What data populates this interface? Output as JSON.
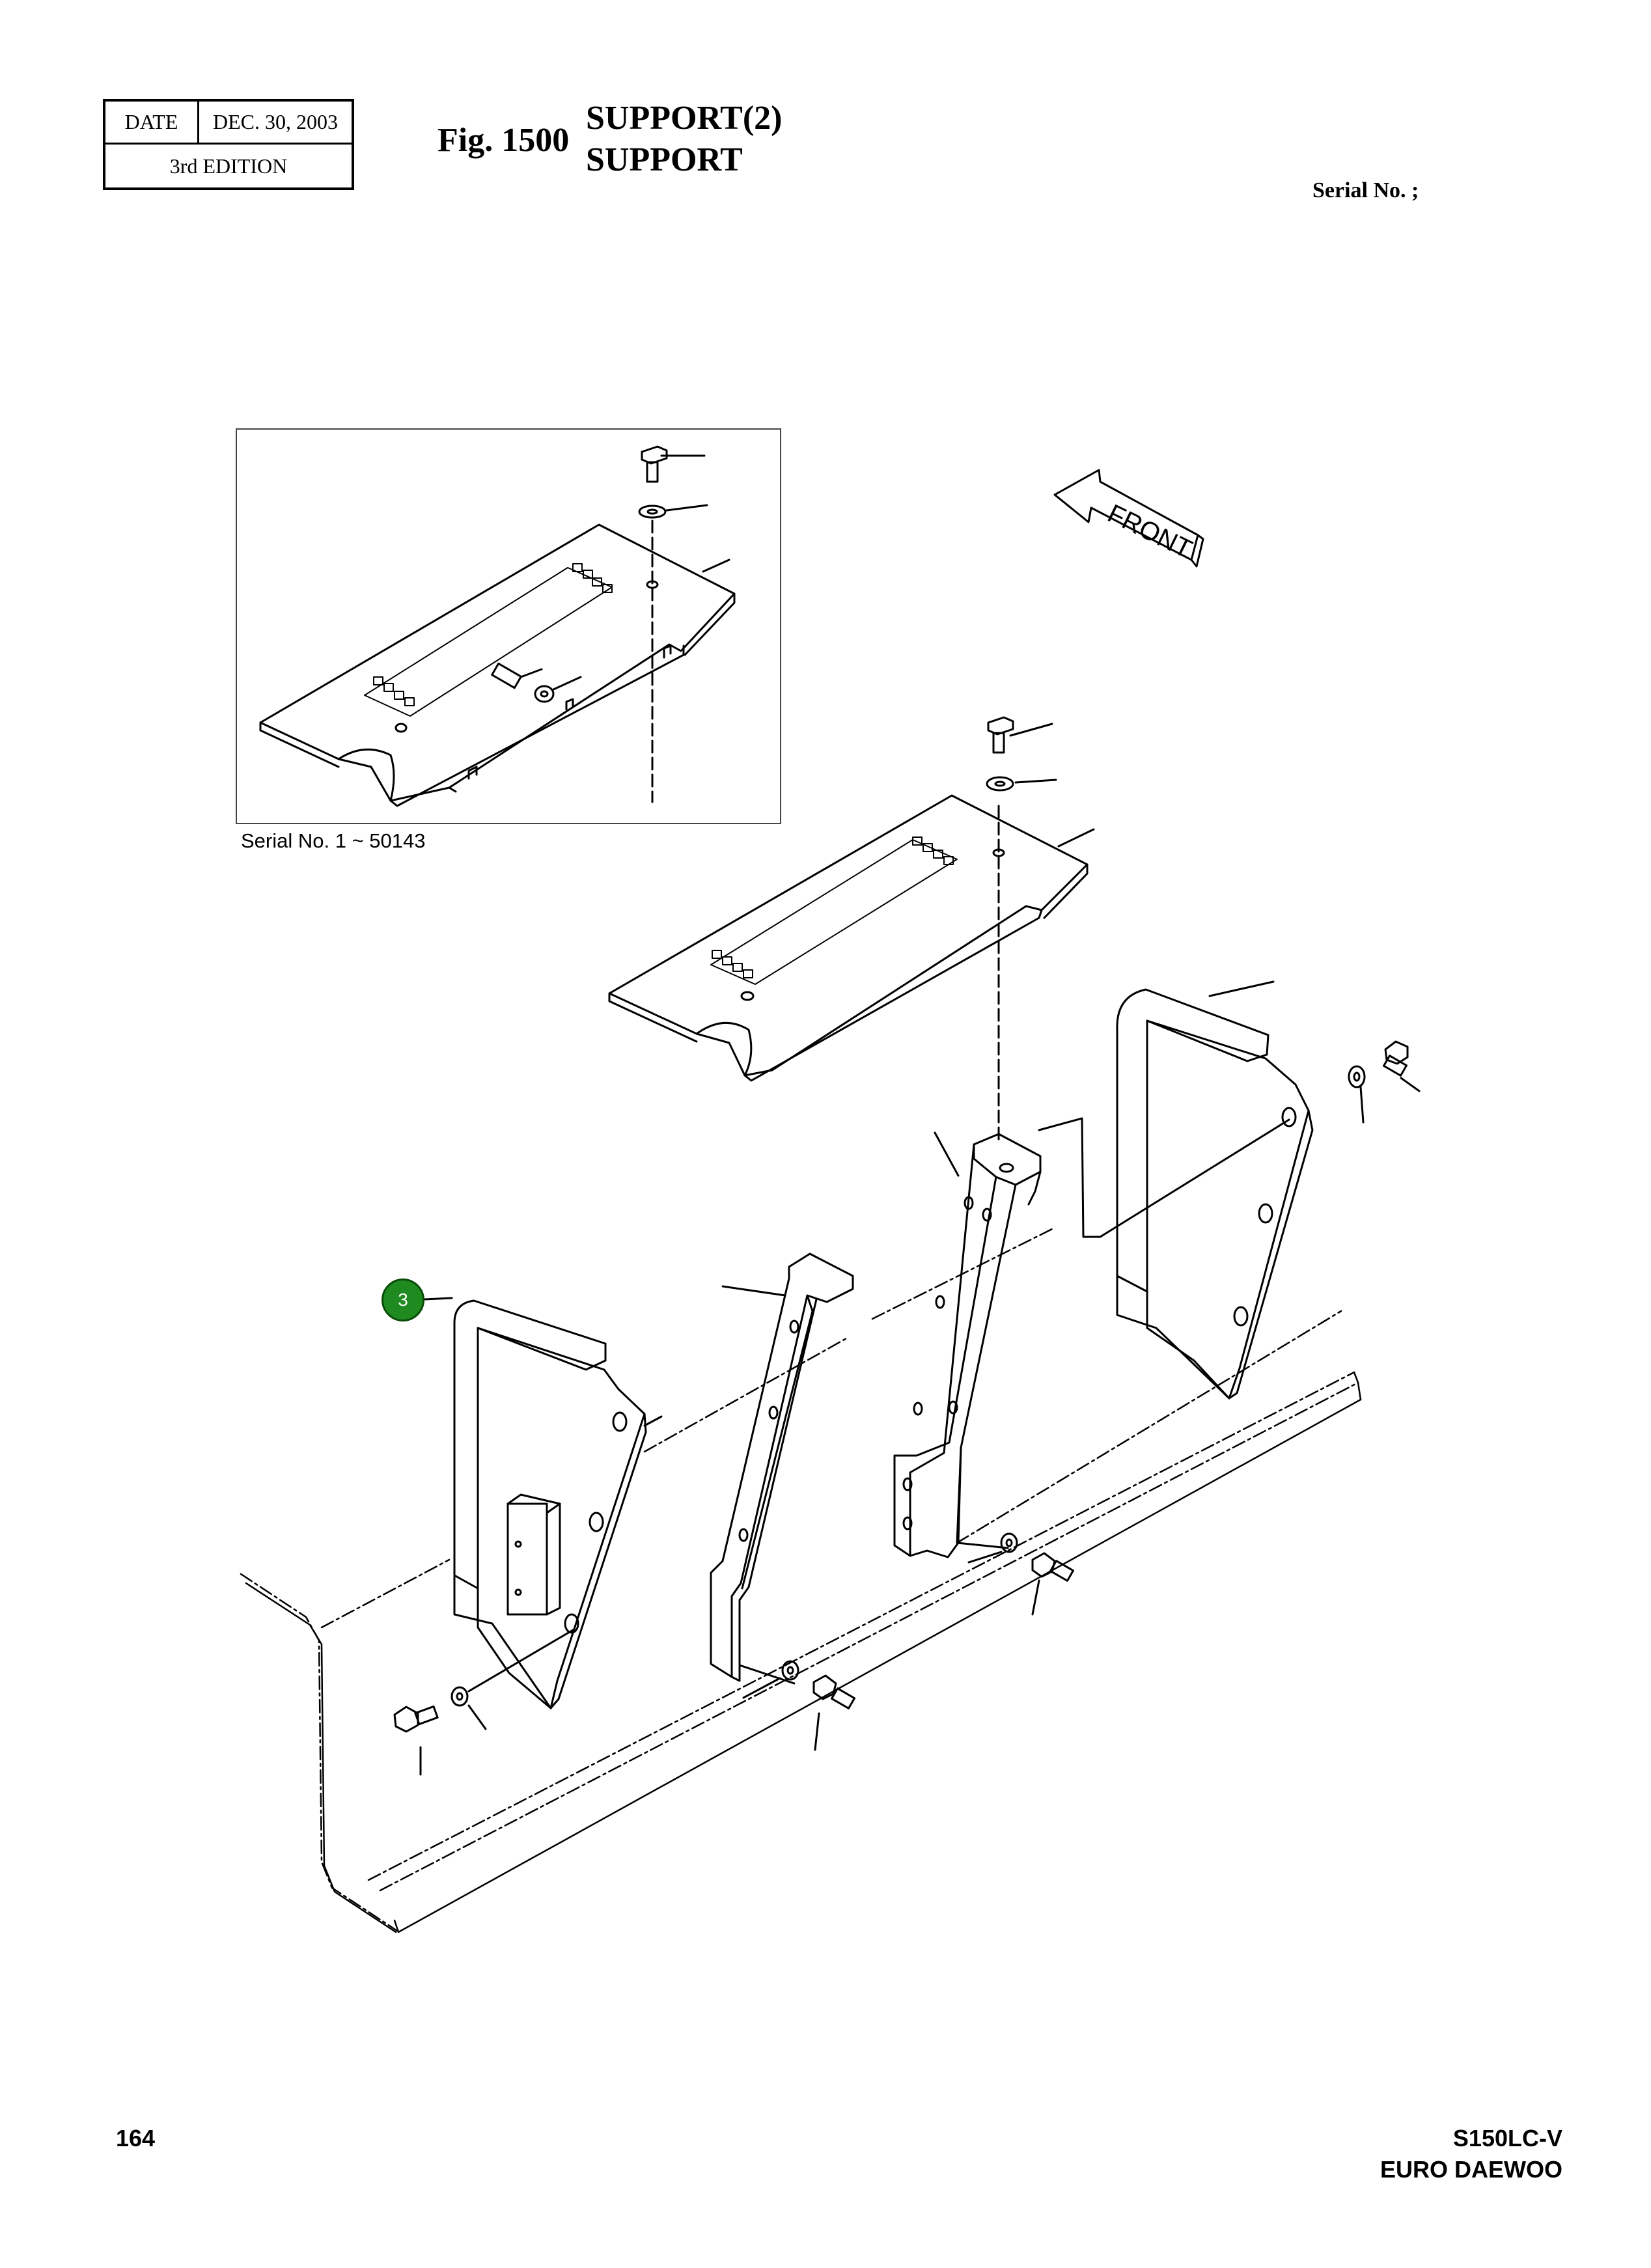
{
  "header": {
    "date_label": "DATE",
    "date_value": "DEC. 30, 2003",
    "edition": "3rd  EDITION",
    "figure_number": "Fig. 1500",
    "title_line1": "SUPPORT(2)",
    "title_line2": "SUPPORT",
    "serial_label": "Serial No. ;"
  },
  "inset": {
    "caption": "Serial No. 1 ~ 50143"
  },
  "diagram": {
    "front_label": "FRONT",
    "callouts": [
      {
        "number": "3",
        "color": "#1f8a1f"
      }
    ]
  },
  "footer": {
    "page_number": "164",
    "model": "S150LC-V",
    "manufacturer": "EURO DAEWOO"
  }
}
